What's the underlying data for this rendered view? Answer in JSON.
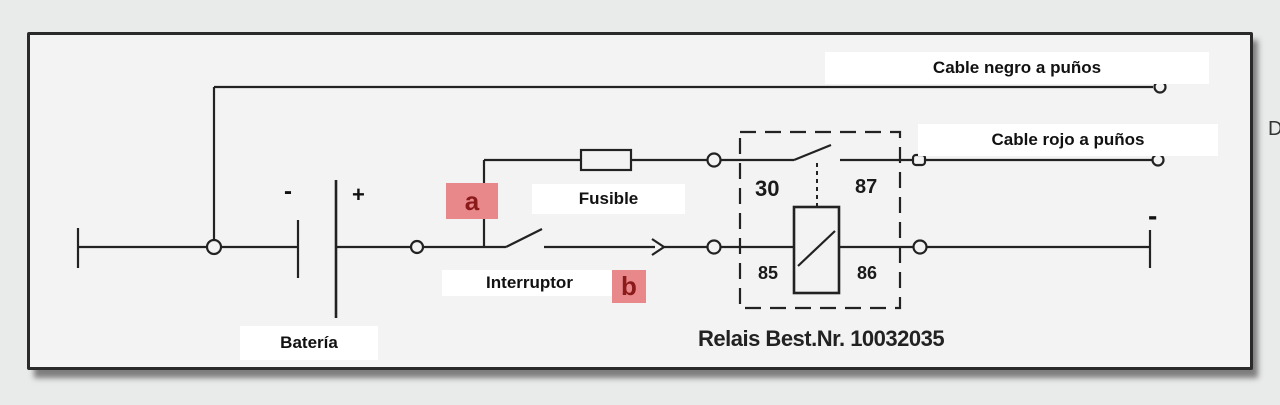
{
  "labels": {
    "cable_negro": "Cable negro a puños",
    "cable_rojo": "Cable rojo a puños",
    "fusible": "Fusible",
    "interruptor": "Interruptor",
    "bateria": "Batería",
    "minus_battery": "-",
    "plus_battery": "+",
    "minus_right": "-",
    "relais": "Relais Best.Nr. 10032035"
  },
  "markers": {
    "a": "a",
    "b": "b"
  },
  "relay_pins": {
    "p30": "30",
    "p87": "87",
    "p85": "85",
    "p86": "86"
  },
  "side_text": "D",
  "colors": {
    "marker_fill": "#e8888a",
    "marker_text": "#8b1a1a",
    "line": "#222222"
  }
}
